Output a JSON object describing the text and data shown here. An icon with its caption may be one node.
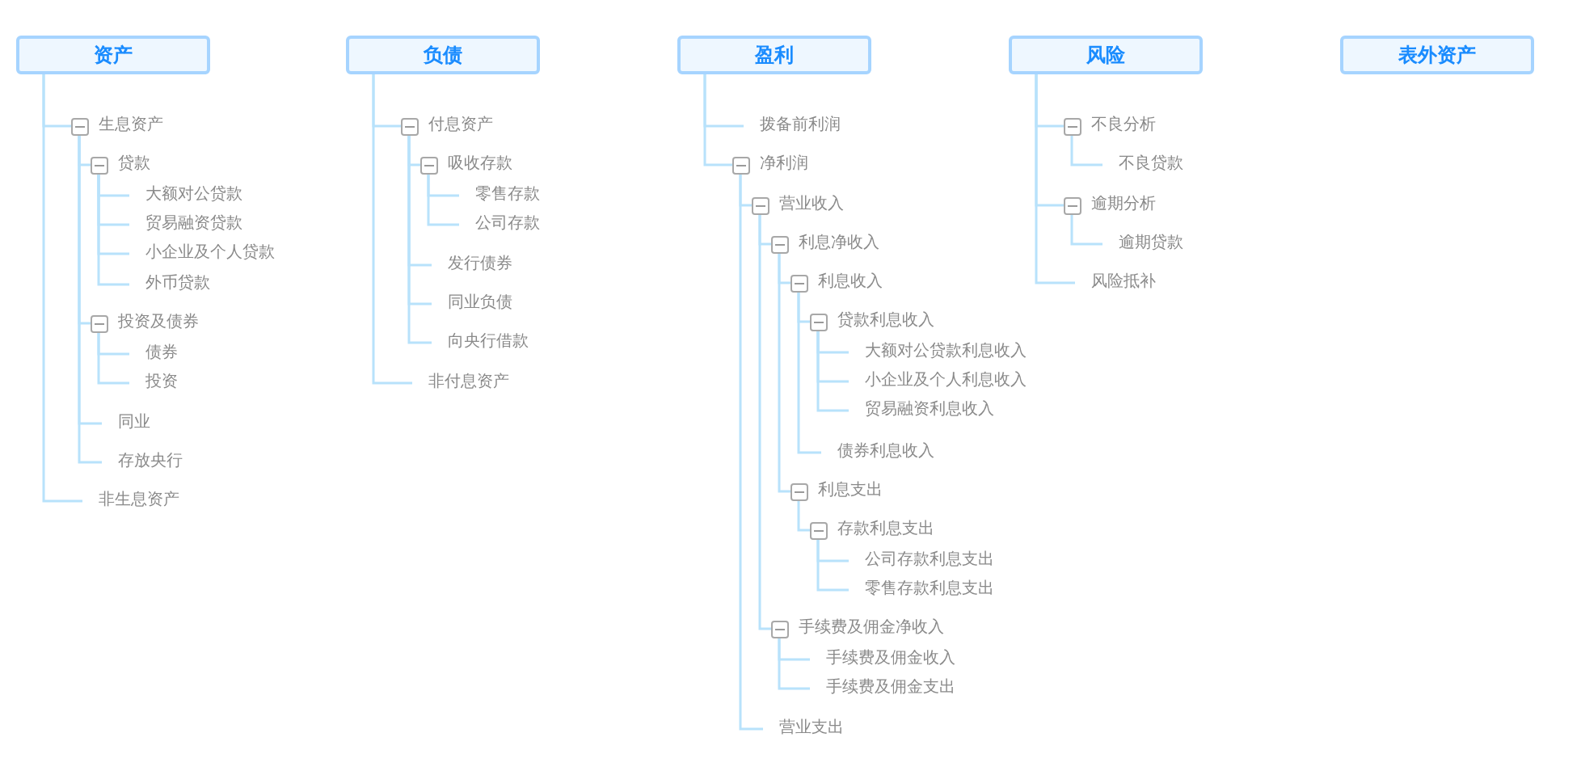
{
  "diagram": {
    "nodes": [
      {
        "text": [
          "资产"
        ]
      },
      {
        "text": [
          "生息资产"
        ]
      },
      {
        "text": [
          "贷款"
        ]
      },
      {
        "text": [
          "大额对公贷款"
        ]
      },
      {
        "text": [
          "贸易融资贷款"
        ]
      },
      {
        "text": [
          "小企业及个人贷款"
        ]
      },
      {
        "text": [
          "外币贷款"
        ]
      },
      {
        "text": [
          "投资及债券"
        ]
      },
      {
        "text": [
          "债券"
        ]
      },
      {
        "text": [
          "投资"
        ]
      },
      {
        "text": [
          "同业"
        ]
      },
      {
        "text": [
          "存放央行"
        ]
      },
      {
        "text": [
          "非生息资产"
        ]
      },
      {
        "text": [
          "负债"
        ]
      },
      {
        "text": [
          "付息资产"
        ]
      },
      {
        "text": [
          "吸收存款"
        ]
      },
      {
        "text": [
          "零售存款"
        ]
      },
      {
        "text": [
          "公司存款"
        ]
      },
      {
        "text": [
          "发行债券"
        ]
      },
      {
        "text": [
          "同业负债"
        ]
      },
      {
        "text": [
          "向央行借款"
        ]
      },
      {
        "text": [
          "非付息资产"
        ]
      },
      {
        "text": [
          "盈利"
        ]
      },
      {
        "text": [
          "拨备前利润"
        ]
      },
      {
        "text": [
          "净利润"
        ]
      },
      {
        "text": [
          "营业收入"
        ]
      },
      {
        "text": [
          "利息净收入"
        ]
      },
      {
        "text": [
          "利息收入"
        ]
      },
      {
        "text": [
          "贷款利息收入"
        ]
      },
      {
        "text": [
          "大额对公贷款利息收入"
        ]
      },
      {
        "text": [
          "小企业及个人利息收入"
        ]
      },
      {
        "text": [
          "贸易融资利息收入"
        ]
      },
      {
        "text": [
          "债券利息收入"
        ]
      },
      {
        "text": [
          "利息支出"
        ]
      },
      {
        "text": [
          "存款利息支出"
        ]
      },
      {
        "text": [
          "公司存款利息支出"
        ]
      },
      {
        "text": [
          "零售存款利息支出"
        ]
      },
      {
        "text": [
          "手续费及佣金净收入"
        ]
      },
      {
        "text": [
          "手续费及佣金收入"
        ]
      },
      {
        "text": [
          "手续费及佣金支出"
        ]
      },
      {
        "text": [
          "营业支出"
        ]
      },
      {
        "text": [
          "风险"
        ]
      },
      {
        "text": [
          "不良分析"
        ]
      },
      {
        "text": [
          "不良贷款"
        ]
      },
      {
        "text": [
          "逾期分析"
        ]
      },
      {
        "text": [
          "逾期贷款"
        ]
      },
      {
        "text": [
          "风险抵补"
        ]
      },
      {
        "text": [
          "表外资产"
        ]
      }
    ],
    "edges": [
      {
        "from": 0,
        "to": 1,
        "arrow": "none"
      },
      {
        "from": 1,
        "to": 2,
        "arrow": "none"
      },
      {
        "from": 2,
        "to": 3,
        "arrow": "none"
      },
      {
        "from": 2,
        "to": 4,
        "arrow": "none"
      },
      {
        "from": 2,
        "to": 5,
        "arrow": "none"
      },
      {
        "from": 2,
        "to": 6,
        "arrow": "none"
      },
      {
        "from": 1,
        "to": 7,
        "arrow": "none"
      },
      {
        "from": 7,
        "to": 8,
        "arrow": "none"
      },
      {
        "from": 7,
        "to": 9,
        "arrow": "none"
      },
      {
        "from": 1,
        "to": 10,
        "arrow": "none"
      },
      {
        "from": 1,
        "to": 11,
        "arrow": "none"
      },
      {
        "from": 0,
        "to": 12,
        "arrow": "none"
      },
      {
        "from": 13,
        "to": 14,
        "arrow": "none"
      },
      {
        "from": 14,
        "to": 15,
        "arrow": "none"
      },
      {
        "from": 15,
        "to": 16,
        "arrow": "none"
      },
      {
        "from": 15,
        "to": 17,
        "arrow": "none"
      },
      {
        "from": 14,
        "to": 18,
        "arrow": "none"
      },
      {
        "from": 14,
        "to": 19,
        "arrow": "none"
      },
      {
        "from": 14,
        "to": 20,
        "arrow": "none"
      },
      {
        "from": 13,
        "to": 21,
        "arrow": "none"
      },
      {
        "from": 22,
        "to": 23,
        "arrow": "none"
      },
      {
        "from": 22,
        "to": 24,
        "arrow": "none"
      },
      {
        "from": 24,
        "to": 25,
        "arrow": "none"
      },
      {
        "from": 25,
        "to": 26,
        "arrow": "none"
      },
      {
        "from": 26,
        "to": 27,
        "arrow": "none"
      },
      {
        "from": 27,
        "to": 28,
        "arrow": "none"
      },
      {
        "from": 28,
        "to": 29,
        "arrow": "none"
      },
      {
        "from": 28,
        "to": 30,
        "arrow": "none"
      },
      {
        "from": 28,
        "to": 31,
        "arrow": "none"
      },
      {
        "from": 27,
        "to": 32,
        "arrow": "none"
      },
      {
        "from": 26,
        "to": 33,
        "arrow": "none"
      },
      {
        "from": 33,
        "to": 34,
        "arrow": "none"
      },
      {
        "from": 34,
        "to": 35,
        "arrow": "none"
      },
      {
        "from": 34,
        "to": 36,
        "arrow": "none"
      },
      {
        "from": 25,
        "to": 37,
        "arrow": "none"
      },
      {
        "from": 37,
        "to": 38,
        "arrow": "none"
      },
      {
        "from": 37,
        "to": 39,
        "arrow": "none"
      },
      {
        "from": 24,
        "to": 40,
        "arrow": "none"
      },
      {
        "from": 41,
        "to": 42,
        "arrow": "none"
      },
      {
        "from": 42,
        "to": 43,
        "arrow": "none"
      },
      {
        "from": 41,
        "to": 44,
        "arrow": "none"
      },
      {
        "from": 44,
        "to": 45,
        "arrow": "none"
      },
      {
        "from": 41,
        "to": 46,
        "arrow": "none"
      }
    ]
  }
}
